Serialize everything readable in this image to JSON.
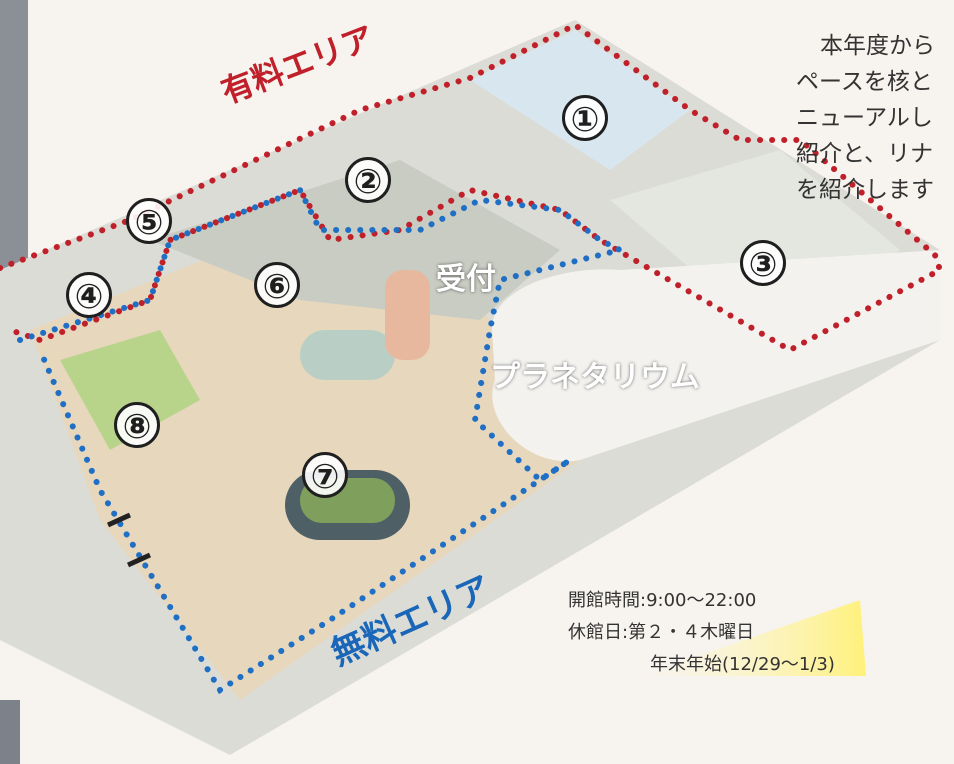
{
  "areas": {
    "paid": "有料エリア",
    "free": "無料エリア",
    "reception": "受付",
    "planetarium": "プラネタリウム"
  },
  "numbers": [
    "①",
    "②",
    "③",
    "④",
    "⑤",
    "⑥",
    "⑦",
    "⑧"
  ],
  "side_text": [
    "本年度から",
    "ペースを核と",
    "ニューアルし",
    "紹介と、リナ",
    "を紹介します"
  ],
  "hours": {
    "line1": "開館時間:9:00〜22:00",
    "line2": "休館日:第２・４木曜日",
    "line3": "年末年始(12/29〜1/3)"
  },
  "colors": {
    "paid_dots": "#c0202a",
    "free_dots": "#1f6fc4",
    "paid_text": "#c0202a",
    "free_text": "#1a66b8"
  }
}
